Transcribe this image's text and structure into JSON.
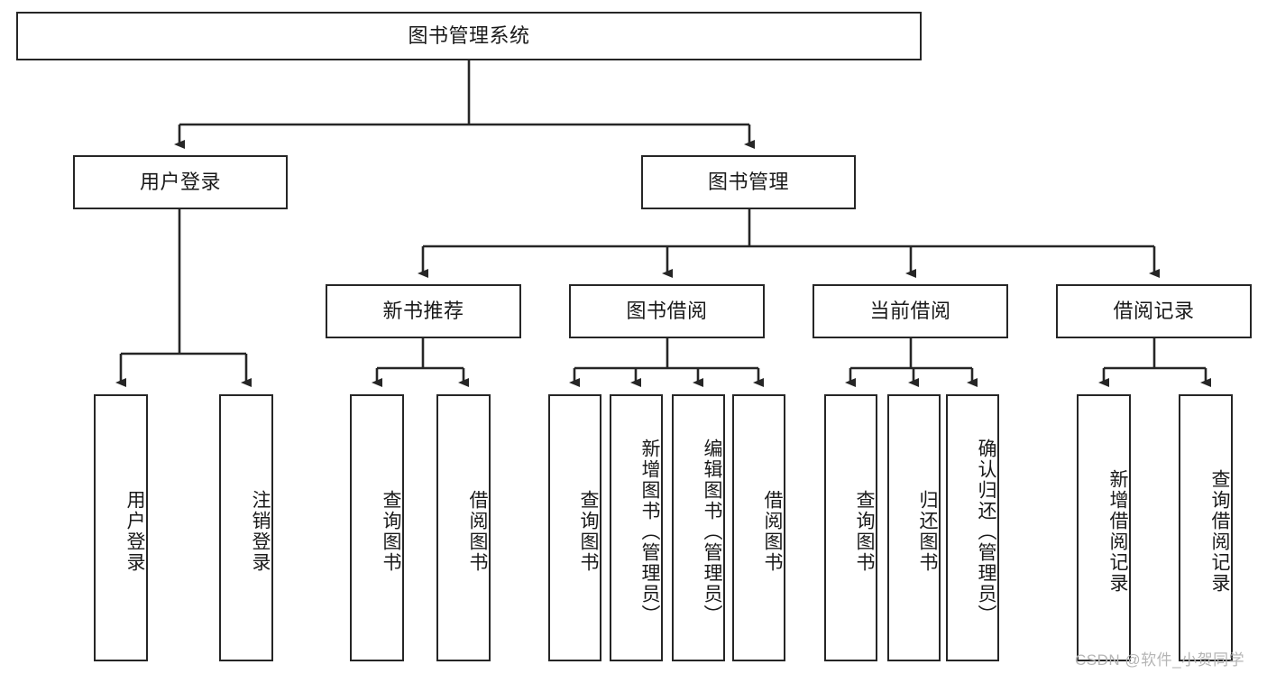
{
  "diagram": {
    "title": "图书管理系统",
    "type": "hierarchy-tree",
    "root": {
      "label": "图书管理系统"
    },
    "level2": [
      {
        "label": "用户登录"
      },
      {
        "label": "图书管理"
      }
    ],
    "level3": [
      {
        "label": "新书推荐"
      },
      {
        "label": "图书借阅"
      },
      {
        "label": "当前借阅"
      },
      {
        "label": "借阅记录"
      }
    ],
    "leaves": {
      "user_login": [
        {
          "label": "用户登录"
        },
        {
          "label": "注销登录"
        }
      ],
      "new_book_recommend": [
        {
          "label": "查询图书"
        },
        {
          "label": "借阅图书"
        }
      ],
      "book_borrow": [
        {
          "label": "查询图书"
        },
        {
          "label": "新增图书（管理员）"
        },
        {
          "label": "编辑图书（管理员）"
        },
        {
          "label": "借阅图书"
        }
      ],
      "current_borrow": [
        {
          "label": "查询图书"
        },
        {
          "label": "归还图书"
        },
        {
          "label": "确认归还（管理员）"
        }
      ],
      "borrow_records": [
        {
          "label": "新增借阅记录"
        },
        {
          "label": "查询借阅记录"
        }
      ]
    }
  },
  "watermark": {
    "text": "CSDN @软件_小贺同学"
  },
  "colors": {
    "stroke": "#262626",
    "text": "#1a1a1a",
    "background": "#ffffff",
    "watermark": "#b5b5b5"
  }
}
